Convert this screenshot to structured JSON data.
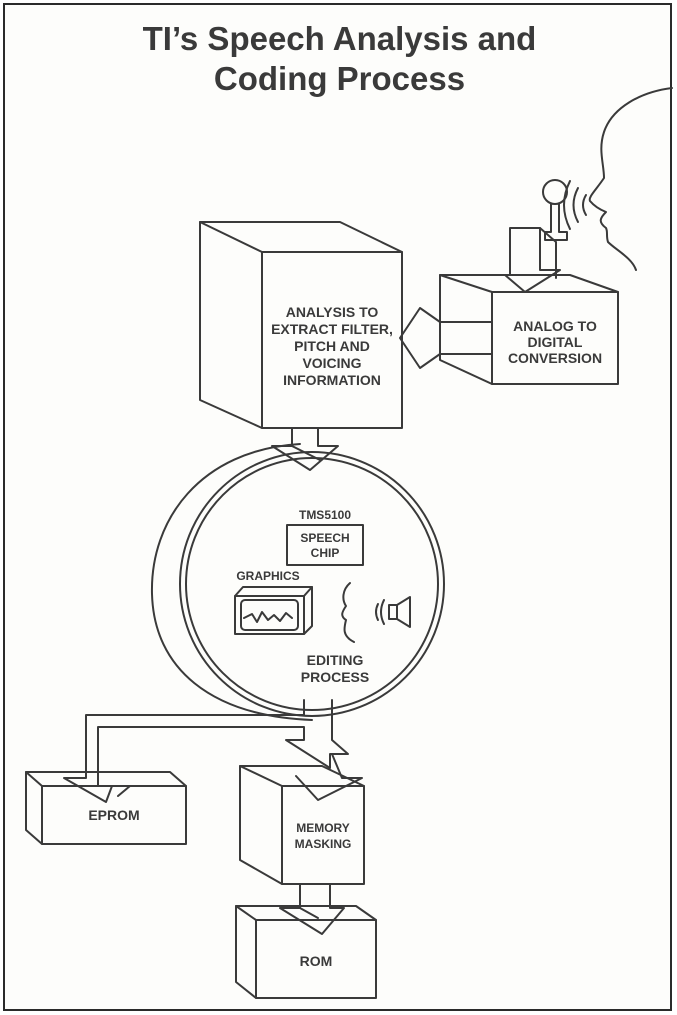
{
  "title_line1": "TI’s Speech Analysis and",
  "title_line2": "Coding Process",
  "analysis_box": {
    "lines": [
      "ANALYSIS TO",
      "EXTRACT FILTER,",
      "PITCH AND",
      "VOICING",
      "INFORMATION"
    ]
  },
  "adc_box": {
    "lines": [
      "ANALOG TO",
      "DIGITAL",
      "CONVERSION"
    ]
  },
  "editing": {
    "chip_part": "TMS5100",
    "chip_lines": [
      "SPEECH",
      "CHIP"
    ],
    "graphics_label": "GRAPHICS",
    "process_lines": [
      "EDITING",
      "PROCESS"
    ]
  },
  "eprom_label": "EPROM",
  "masking_lines": [
    "MEMORY",
    "MASKING"
  ],
  "rom_label": "ROM",
  "colors": {
    "ink": "#3a3a3a",
    "paper": "#fdfdfb"
  }
}
